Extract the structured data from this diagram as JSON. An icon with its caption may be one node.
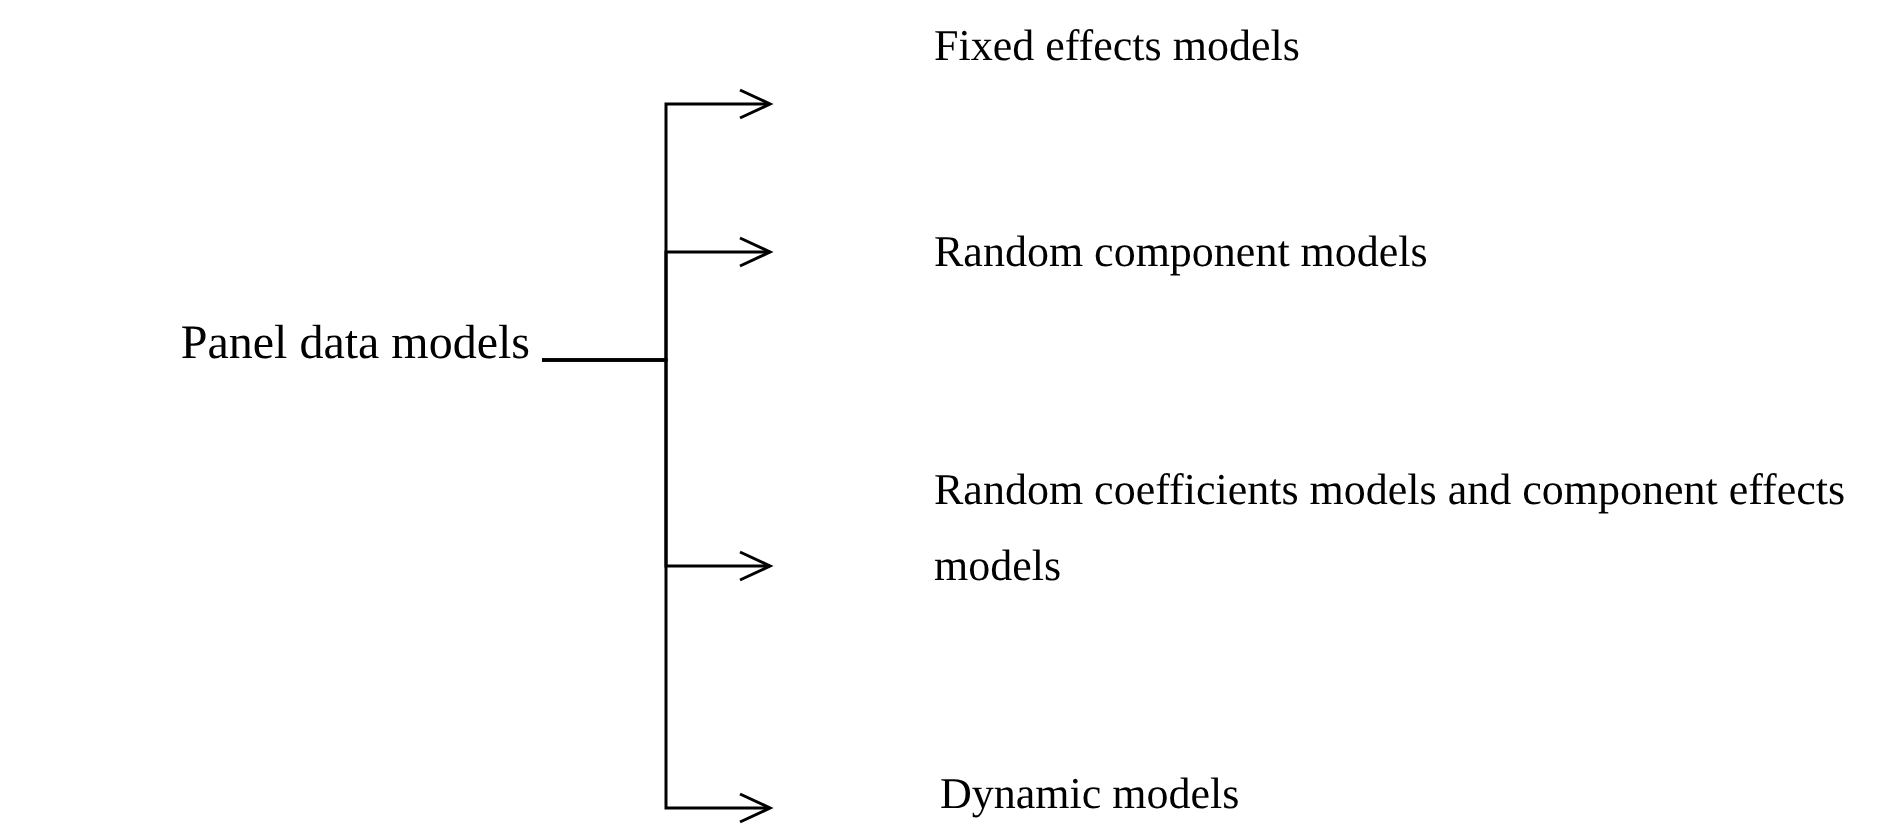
{
  "diagram": {
    "nodes": [
      {
        "text": [
          "Panel data models"
        ]
      },
      {
        "text": [
          "Fixed effects models"
        ]
      },
      {
        "text": [
          "Random component models"
        ]
      },
      {
        "text": [
          "Random coefficients models and component effects models"
        ]
      },
      {
        "text": [
          "Dynamic models"
        ]
      }
    ],
    "edges": [
      {
        "from": 0,
        "to": 1,
        "arrow": "to"
      },
      {
        "from": 0,
        "to": 2,
        "arrow": "to"
      },
      {
        "from": 0,
        "to": 3,
        "arrow": "to"
      },
      {
        "from": 0,
        "to": 4,
        "arrow": "to"
      }
    ]
  }
}
